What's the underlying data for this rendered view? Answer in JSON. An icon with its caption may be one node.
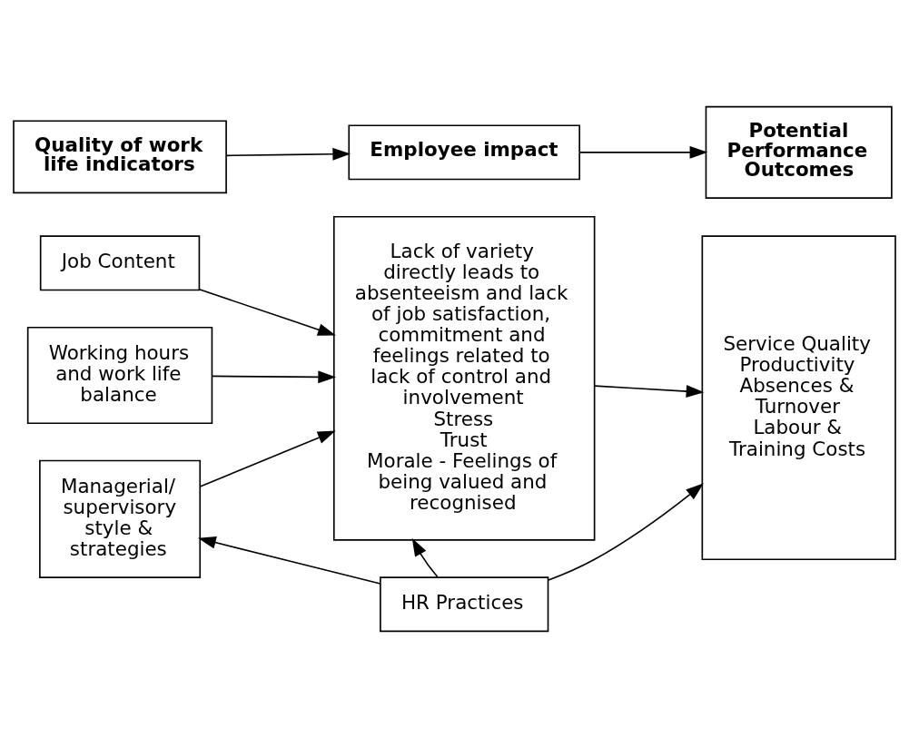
{
  "diagram": {
    "nodes": [
      {
        "text": [
          "Quality of work life indicators"
        ]
      },
      {
        "text": [
          "Employee impact"
        ]
      },
      {
        "text": [
          "Potential Performance Outcomes"
        ]
      },
      {
        "text": [
          "Job Content"
        ]
      },
      {
        "text": [
          "Working hours and work life balance"
        ]
      },
      {
        "text": [
          "Managerial/ supervisory style & strategies"
        ]
      },
      {
        "text": [
          "Lack of variety directly leads to absenteeism and lack of job satisfaction, commitment and feelings related to lack of control and involvement",
          "Stress",
          "Trust",
          "Morale - Feelings of being valued and recognised"
        ]
      },
      {
        "text": [
          "Service Quality",
          "Productivity",
          "Absences & Turnover",
          "Labour & Training Costs"
        ]
      },
      {
        "text": [
          "HR Practices"
        ]
      }
    ],
    "edges": [
      {
        "from": 0,
        "to": 1,
        "arrow": "to"
      },
      {
        "from": 1,
        "to": 2,
        "arrow": "to"
      },
      {
        "from": 3,
        "to": 6,
        "arrow": "to"
      },
      {
        "from": 4,
        "to": 6,
        "arrow": "to"
      },
      {
        "from": 5,
        "to": 6,
        "arrow": "to"
      },
      {
        "from": 6,
        "to": 7,
        "arrow": "to"
      },
      {
        "from": 8,
        "to": 6,
        "arrow": "to"
      },
      {
        "from": 8,
        "to": 5,
        "arrow": "to"
      },
      {
        "from": 8,
        "to": 7,
        "arrow": "to"
      }
    ]
  }
}
